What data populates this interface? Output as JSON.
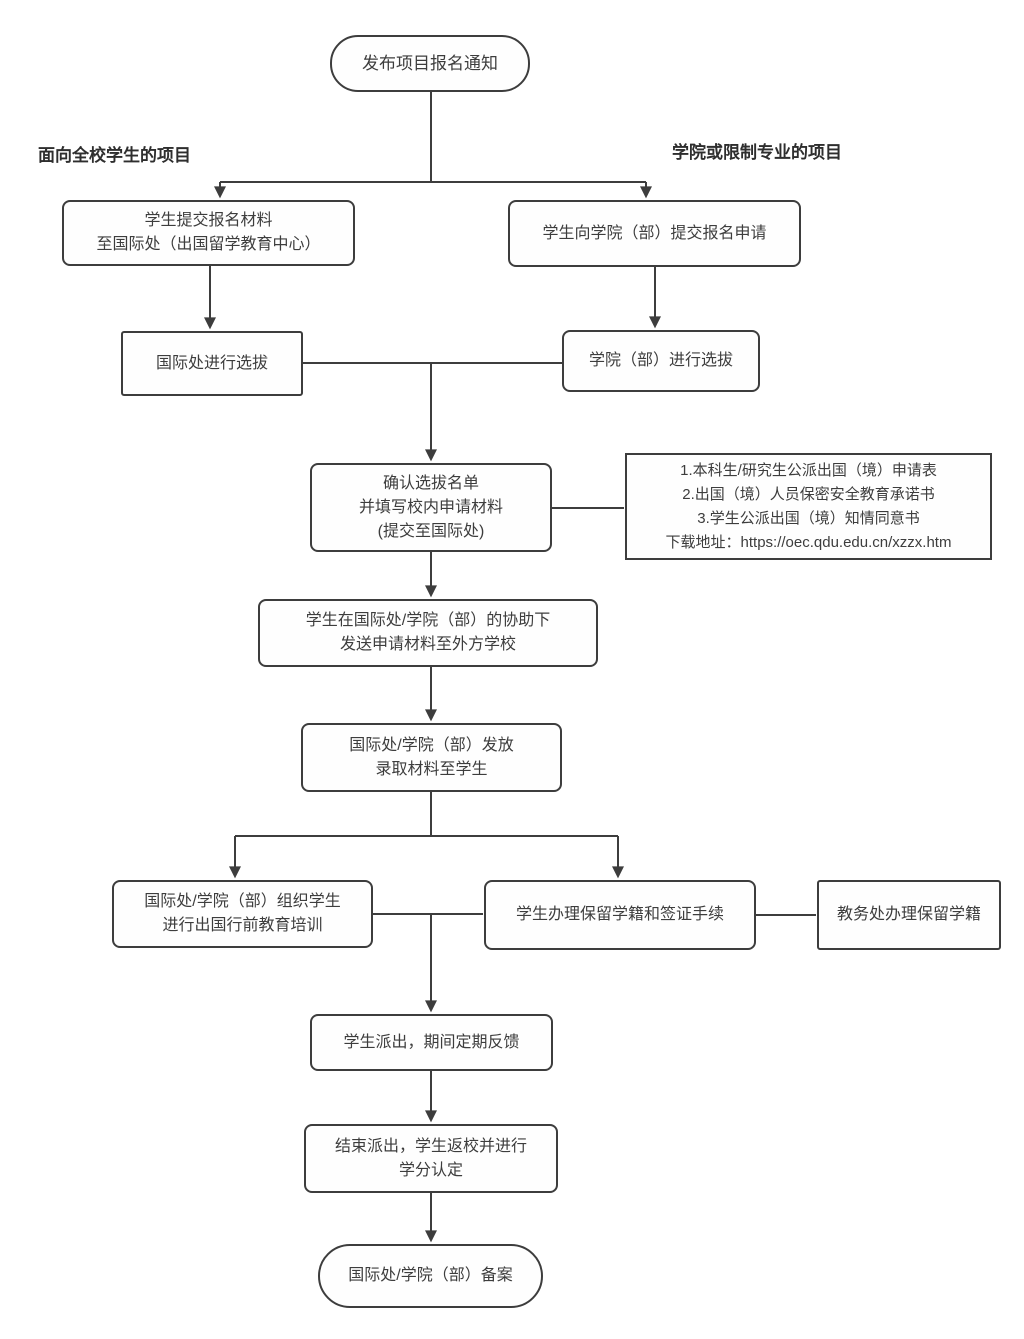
{
  "flowchart": {
    "branch_labels": {
      "left": "面向全校学生的项目",
      "right": "学院或限制专业的项目"
    },
    "nodes": {
      "start": "发布项目报名通知",
      "submit_intl": "学生提交报名材料\n至国际处（出国留学教育中心）",
      "submit_college": "学生向学院（部）提交报名申请",
      "select_intl": "国际处进行选拔",
      "select_college": "学院（部）进行选拔",
      "confirm_list": "确认选拔名单\n并填写校内申请材料\n(提交至国际处)",
      "materials_note": "1.本科生/研究生公派出国（境）申请表\n2.出国（境）人员保密安全教育承诺书\n3.学生公派出国（境）知情同意书\n下载地址：https://oec.qdu.edu.cn/xzzx.htm",
      "send_materials": "学生在国际处/学院（部）的协助下\n发送申请材料至外方学校",
      "issue_admission": "国际处/学院（部）发放\n录取材料至学生",
      "pre_departure_training": "国际处/学院（部）组织学生\n进行出国行前教育培训",
      "visa_enrollment": "学生办理保留学籍和签证手续",
      "registrar_enrollment": "教务处办理保留学籍",
      "dispatch_feedback": "学生派出，期间定期反馈",
      "return_credits": "结束派出，学生返校并进行\n学分认定",
      "filing": "国际处/学院（部）备案"
    },
    "colors": {
      "line": "#3d3d3d",
      "text": "#3d3d3d",
      "background": "#ffffff"
    }
  }
}
